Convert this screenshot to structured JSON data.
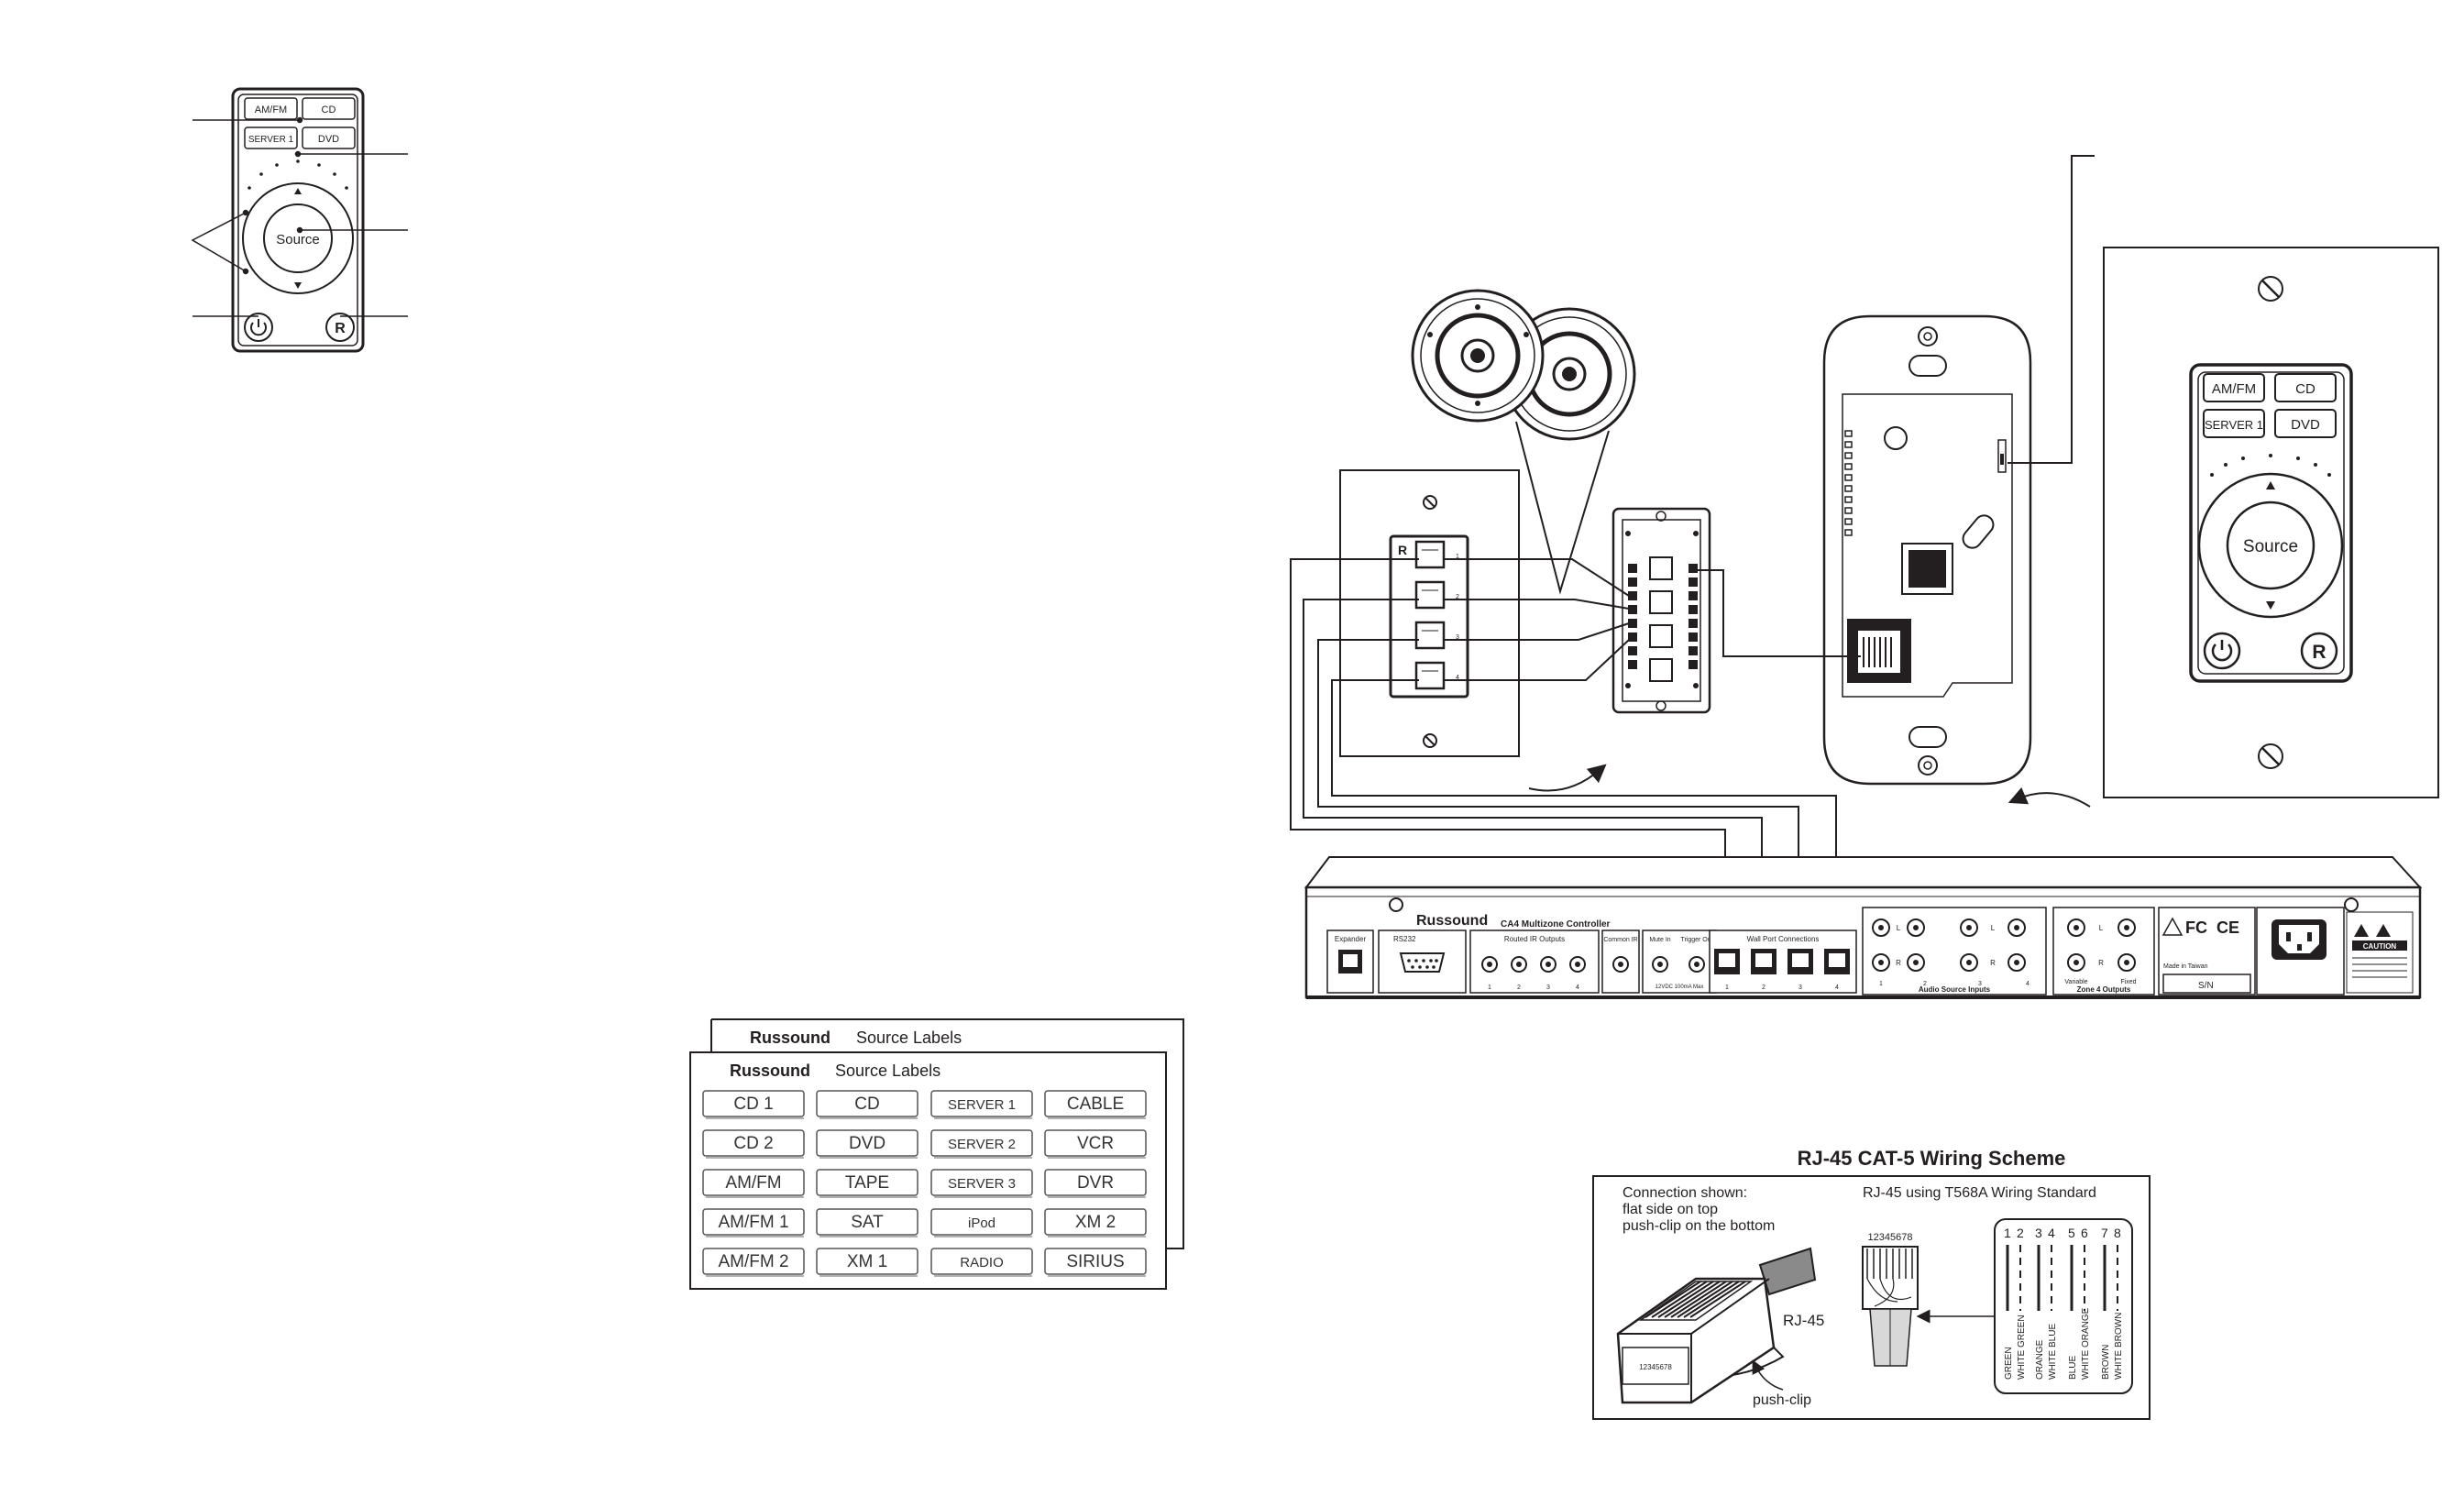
{
  "keypad_small": {
    "buttons": [
      "AM/FM",
      "CD",
      "SERVER 1",
      "DVD"
    ],
    "source_label": "Source"
  },
  "keypad_large": {
    "buttons": [
      "AM/FM",
      "CD",
      "SERVER 1",
      "DVD"
    ],
    "source_label": "Source"
  },
  "wallplate": {
    "port_numbers": [
      "1",
      "2",
      "3",
      "4"
    ]
  },
  "controller": {
    "brand": "Russound",
    "model": "CA4 Multizone Controller",
    "sections": {
      "expander": "Expander",
      "rs232": "RS232",
      "routed_ir": "Routed IR Outputs",
      "common_ir": "Common IR",
      "mute_in": "Mute In",
      "trigger_out": "Trigger Out",
      "power_note": "12VDC 100mA Max",
      "wall_ports": "Wall Port Connections",
      "audio_inputs": "Audio Source Inputs",
      "zone4": "Zone 4 Outputs",
      "variable": "Variable",
      "fixed": "Fixed",
      "made_in": "Made in Taiwan",
      "serial": "S/N",
      "caution": "CAUTION",
      "fc": "FC",
      "ce": "CE"
    },
    "port_numbers": [
      "1",
      "2",
      "3",
      "4"
    ],
    "channels": [
      "L",
      "R"
    ]
  },
  "source_labels": {
    "brand": "Russound",
    "title": "Source Labels",
    "rows": [
      [
        "CD 1",
        "CD",
        "SERVER 1",
        "CABLE"
      ],
      [
        "CD 2",
        "DVD",
        "SERVER 2",
        "VCR"
      ],
      [
        "AM/FM",
        "TAPE",
        "SERVER 3",
        "DVR"
      ],
      [
        "AM/FM 1",
        "SAT",
        "iPod",
        "XM 2"
      ],
      [
        "AM/FM 2",
        "XM 1",
        "RADIO",
        "SIRIUS"
      ]
    ]
  },
  "rj45": {
    "title": "RJ-45 CAT-5 Wiring Scheme",
    "connection_lines": [
      "Connection shown:",
      "flat side on top",
      "push-clip on the bottom"
    ],
    "standard_label": "RJ-45 using T568A  Wiring Standard",
    "plug_label": "RJ-45",
    "clip_label": "push-clip",
    "pin_numbers": "12345678",
    "wire_pins": [
      "1",
      "2",
      "3",
      "4",
      "5",
      "6",
      "7",
      "8"
    ],
    "wire_colors": [
      "GREEN",
      "WHITE GREEN",
      "ORANGE",
      "WHITE BLUE",
      "BLUE",
      "WHITE ORANGE",
      "BROWN",
      "WHITE BROWN"
    ]
  }
}
